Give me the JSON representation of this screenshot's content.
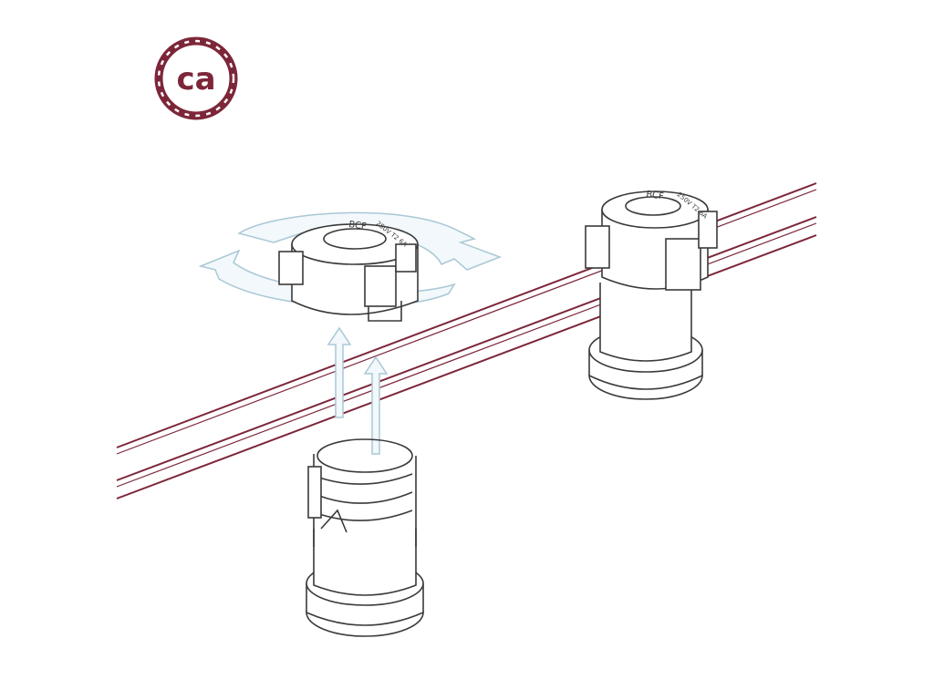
{
  "logo": {
    "text": "ca",
    "color": "#7d2639"
  },
  "socket_printed_text": {
    "left_upper": "BCF",
    "left_side": "250V T2 6A",
    "right_upper": "BCF",
    "right_side": "250V T2 6A"
  },
  "colors": {
    "cable": "#7d2639",
    "line_art": "#3a3a3a",
    "arrow_fill": "#f2f8fb",
    "arrow_stroke": "#a9c8d6"
  }
}
